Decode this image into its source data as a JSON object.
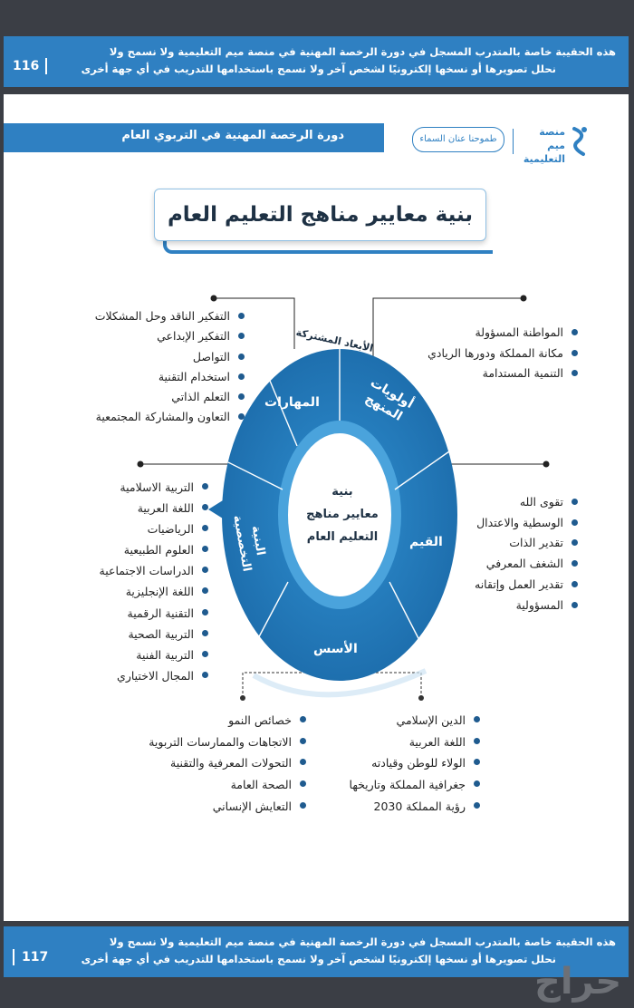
{
  "top_notice": {
    "line1": "هذه الحقيبة خاصة بالمتدرب المسجل في دورة الرخصة المهنية في منصة ميم التعليمية ولا نسمح ولا",
    "line2": "نحلل تصويرها أو نسخها إلكترونيًا لشخص آخر ولا نسمح باستخدامها للتدريب في أي جهة أخرى",
    "page_number": "116"
  },
  "header": {
    "course_title": "دورة الرخصة المهنية في التربوي العام",
    "slogan": "طموحنا عنان السماء",
    "logo_line1": "منصة ميم",
    "logo_line2": "التعليمية"
  },
  "main_title": "بنية معايير مناهج التعليم العام",
  "center_label": {
    "line1": "بنية",
    "line2": "معايير مناهج",
    "line3": "التعليم العام"
  },
  "segments": {
    "skills": "المهارات",
    "priorities_line1": "أولويات",
    "priorities_line2": "المنهج",
    "values": "القيم",
    "foundations": "الأسس",
    "specialized_line1": "البنية",
    "specialized_line2": "التخصصية",
    "shared_dimensions": "الأبعاد المشتركة"
  },
  "lists": {
    "skills": [
      "التفكير الناقد وحل المشكلات",
      "التفكير الإبداعي",
      "التواصل",
      "استخدام التقنية",
      "التعلم الذاتي",
      "التعاون والمشاركة المجتمعية"
    ],
    "priorities": [
      "المواطنة المسؤولة",
      "مكانة المملكة ودورها الريادي",
      "التنمية المستدامة"
    ],
    "values": [
      "تقوى الله",
      "الوسطية والاعتدال",
      "تقدير الذات",
      "الشغف المعرفي",
      "تقدير العمل وإتقانه",
      "المسؤولية"
    ],
    "specialized": [
      "التربية الاسلامية",
      "اللغة العربية",
      "الرياضيات",
      "العلوم الطبيعية",
      "الدراسات الاجتماعية",
      "اللغة الإنجليزية",
      "التقنية الرقمية",
      "التربية الصحية",
      "التربية الفنية",
      "المجال الاختياري"
    ],
    "foundations_left": [
      "خصائص النمو",
      "الاتجاهات والممارسات التربوية",
      "التحولات المعرفية والتقنية",
      "الصحة العامة",
      "التعايش الإنساني"
    ],
    "foundations_right": [
      "الدين الإسلامي",
      "اللغة العربية",
      "الولاء للوطن وقيادته",
      "جغرافية المملكة وتاريخها",
      "رؤية المملكة 2030"
    ]
  },
  "bottom_notice": {
    "line1": "هذه الحقيبة خاصة بالمتدرب المسجل في دورة الرخصة المهنية في منصة ميم التعليمية ولا نسمح ولا",
    "line2": "نحلل تصويرها أو نسخها إلكترونيًا لشخص آخر ولا نسمح باستخدامها للتدريب في أي جهة أخرى",
    "page_number": "117"
  },
  "watermark": "حراج",
  "colors": {
    "brand_blue": "#2f80c2",
    "ring_blue": "#2a86c6",
    "dark_text": "#1e3144"
  }
}
